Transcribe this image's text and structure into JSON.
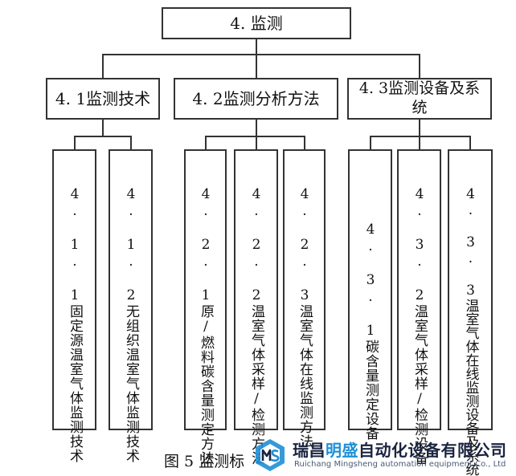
{
  "root": {
    "label": "4. 监测"
  },
  "level2": [
    {
      "label": "4. 1监测技术"
    },
    {
      "label": "4. 2监测分析方法"
    },
    {
      "label": "4. 3监测设备及系统"
    }
  ],
  "leaves": [
    {
      "label": "4. 1. 1固定源温室气体监测技术"
    },
    {
      "label": "4. 1. 2无组织温室气体监测技术"
    },
    {
      "label": "4. 2. 1原/燃料碳含量测定方法"
    },
    {
      "label": "4. 2. 2温室气体采样/检测方法"
    },
    {
      "label": "4. 2. 3温室气体在线监测方法"
    },
    {
      "label": "4. 3. 1碳含量测定设备"
    },
    {
      "label": "4. 3. 2温室气体采样/检测设备"
    },
    {
      "label": "4. 3. 3温室气体在线监测设备及系统"
    }
  ],
  "caption": {
    "label": "图 5  监测标"
  },
  "watermark": {
    "name_part1": "瑞昌",
    "name_highlight": "明盛",
    "name_part2": "自动化设备有限公司",
    "english": "Ruichang Mingsheng automation equipment Co., Ltd",
    "icon": "ms-logo-icon",
    "color_dark": "#1a2440",
    "color_accent": "#1f8fd6"
  }
}
